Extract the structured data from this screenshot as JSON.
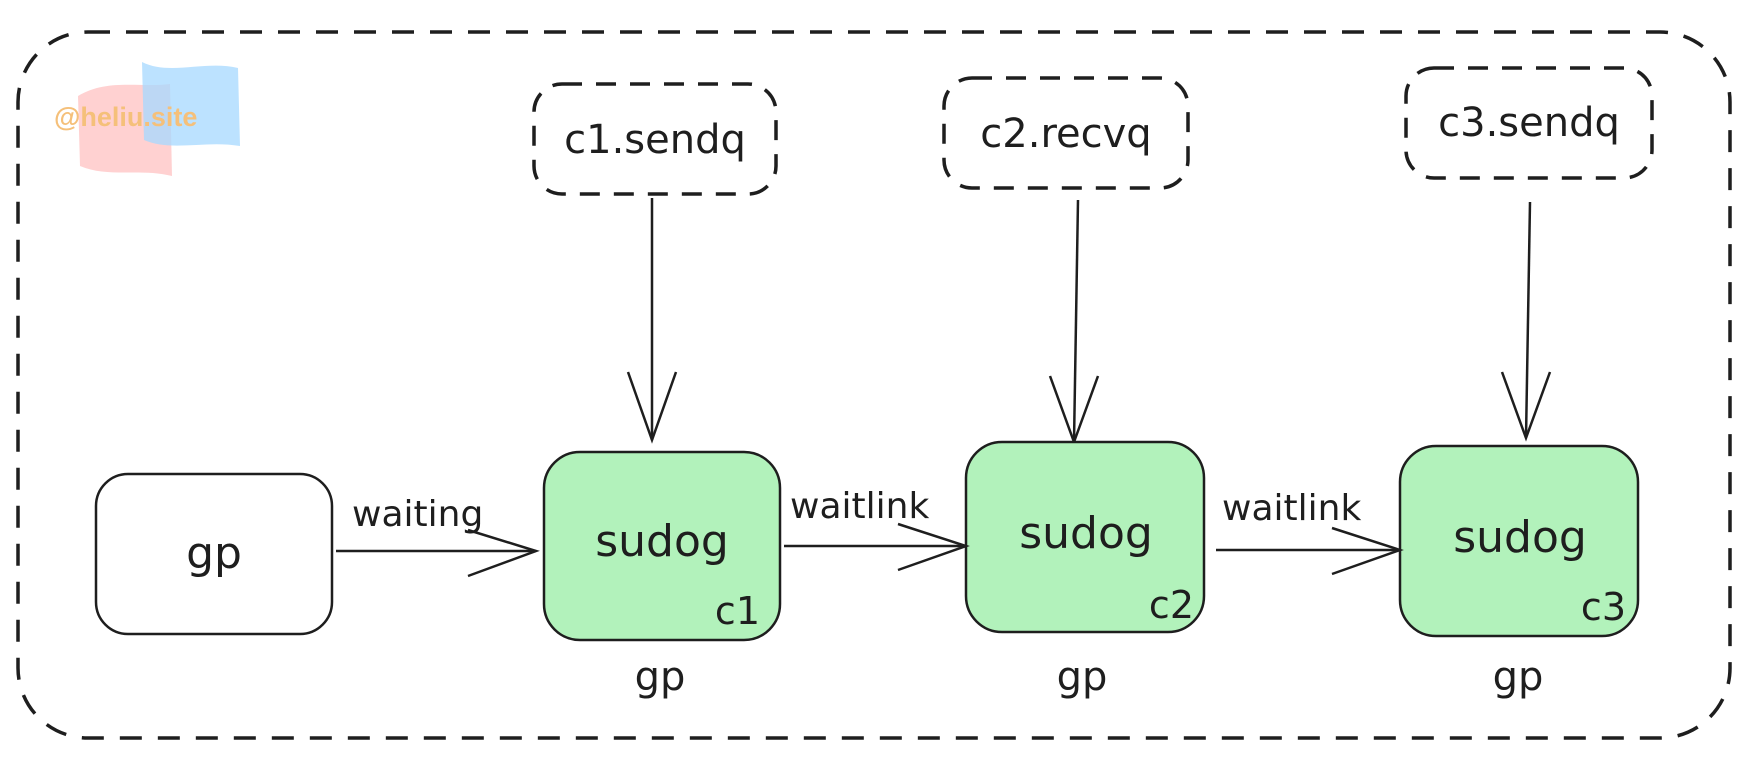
{
  "diagram": {
    "colors": {
      "stroke": "#1e1e1e",
      "sudog_fill": "#b2f2bb",
      "plain_fill": "#ffffff"
    },
    "watermark": {
      "text": "@heliu.site",
      "text_color": "#f5c07a",
      "colors": [
        "#ffc9c9",
        "#a5d8ff"
      ]
    },
    "nodes": {
      "gp": {
        "label": "gp"
      },
      "sudog1": {
        "label": "sudog",
        "tag": "c1",
        "below": "gp"
      },
      "sudog2": {
        "label": "sudog",
        "tag": "c2",
        "below": "gp"
      },
      "sudog3": {
        "label": "sudog",
        "tag": "c3",
        "below": "gp"
      }
    },
    "queues": {
      "q1": {
        "label": "c1.sendq"
      },
      "q2": {
        "label": "c2.recvq"
      },
      "q3": {
        "label": "c3.sendq"
      }
    },
    "edges": {
      "waiting": {
        "label": "waiting"
      },
      "waitlink1": {
        "label": "waitlink"
      },
      "waitlink2": {
        "label": "waitlink"
      }
    }
  }
}
